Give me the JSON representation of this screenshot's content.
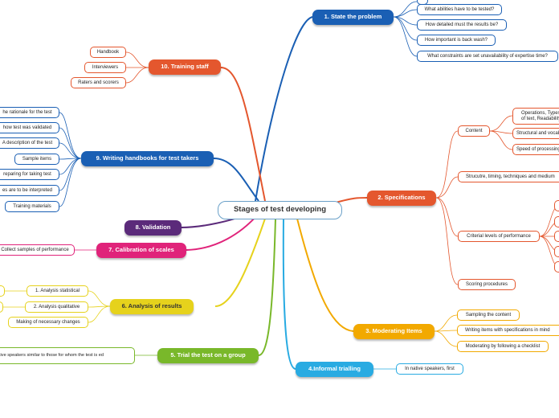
{
  "center": "Stages of test developing",
  "branches": {
    "state_problem": {
      "title": "1. State the problem",
      "color": "#1a5fb4",
      "items": [
        "What abilities have to be tested?",
        "How detailed must the results be?",
        "How important is back wash?",
        "What constraints are set unavailability of expertise time?"
      ]
    },
    "specifications": {
      "title": "2. Specifications",
      "color": "#e4572e",
      "items": {
        "content": "Content",
        "content_children": [
          "Operations, Types of text, Readability.",
          "Structural and vocabulary",
          "Speed of processing"
        ],
        "structure": "Strucutre, timing, techniques and medium",
        "criterial": "Criterial levels of performance",
        "scoring": "Scoring procedures"
      }
    },
    "moderating": {
      "title": "3. Moderating Items",
      "color": "#f2a900",
      "items": [
        "Sampling the content",
        "Writing items with specifications in mind",
        "Moderating by following a checklist"
      ]
    },
    "informal": {
      "title": "4.Informal trialling",
      "color": "#29abe2",
      "items": [
        "In native speakers, first"
      ]
    },
    "trial": {
      "title": "5. Trial the test on a group",
      "color": "#79b82a",
      "items": [
        "tive speakers similar to those for whom the test is ed"
      ]
    },
    "analysis": {
      "title": "6. Analysis of results",
      "color": "#e6d21c",
      "items": [
        "1. Analysis statistical",
        "2. Analysis qualitative",
        "Making of necessary changes"
      ]
    },
    "calibration": {
      "title": "7. Calibration of scales",
      "color": "#e0237a",
      "items": [
        "Collect samples of performance"
      ]
    },
    "validation": {
      "title": "8. Validation",
      "color": "#5b2a7a",
      "items": []
    },
    "handbooks": {
      "title": "9. Writing handbooks for test takers",
      "color": "#1a5fb4",
      "items": [
        "he rationale for the test",
        "how test was validated",
        "A description of the test",
        "Sample items",
        "reparing for taking test",
        "es are to be interpreted",
        "Training materials"
      ]
    },
    "training": {
      "title": "10. Training staff",
      "color": "#e4572e",
      "items": [
        "Handbook",
        "Interviewers",
        "Raters and scorers"
      ]
    }
  }
}
